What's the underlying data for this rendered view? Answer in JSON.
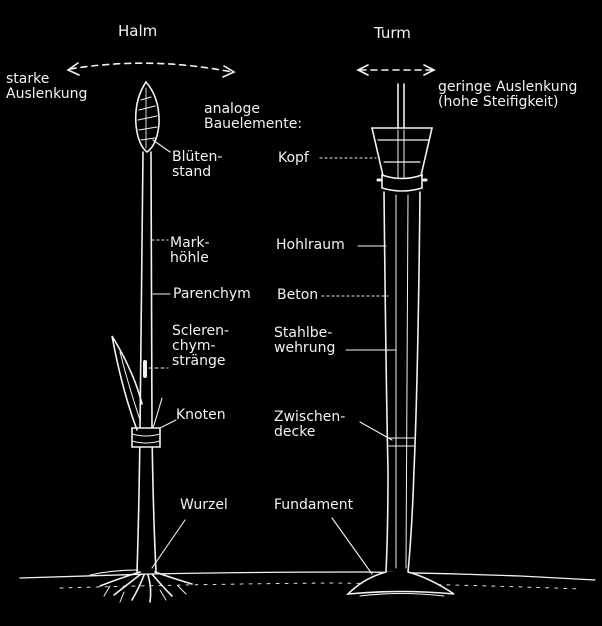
{
  "colors": {
    "background": "#000000",
    "ink": "#f2f2f2"
  },
  "titles": {
    "left": "Halm",
    "right": "Turm"
  },
  "deflection": {
    "left": "starke\nAuslenkung",
    "right": "geringe Auslenkung\n(hohe Steifigkeit)"
  },
  "center_heading": "analoge\nBauelemente:",
  "halm_labels": [
    "Blüten-\nstand",
    "Mark-\nhöhle",
    "Parenchym",
    "Scleren-\nchym-\nstränge",
    "Knoten",
    "Wurzel"
  ],
  "turm_labels": [
    "Kopf",
    "Hohlraum",
    "Beton",
    "Stahlbe-\nwehrung",
    "Zwischen-\ndecke",
    "Fundament"
  ]
}
